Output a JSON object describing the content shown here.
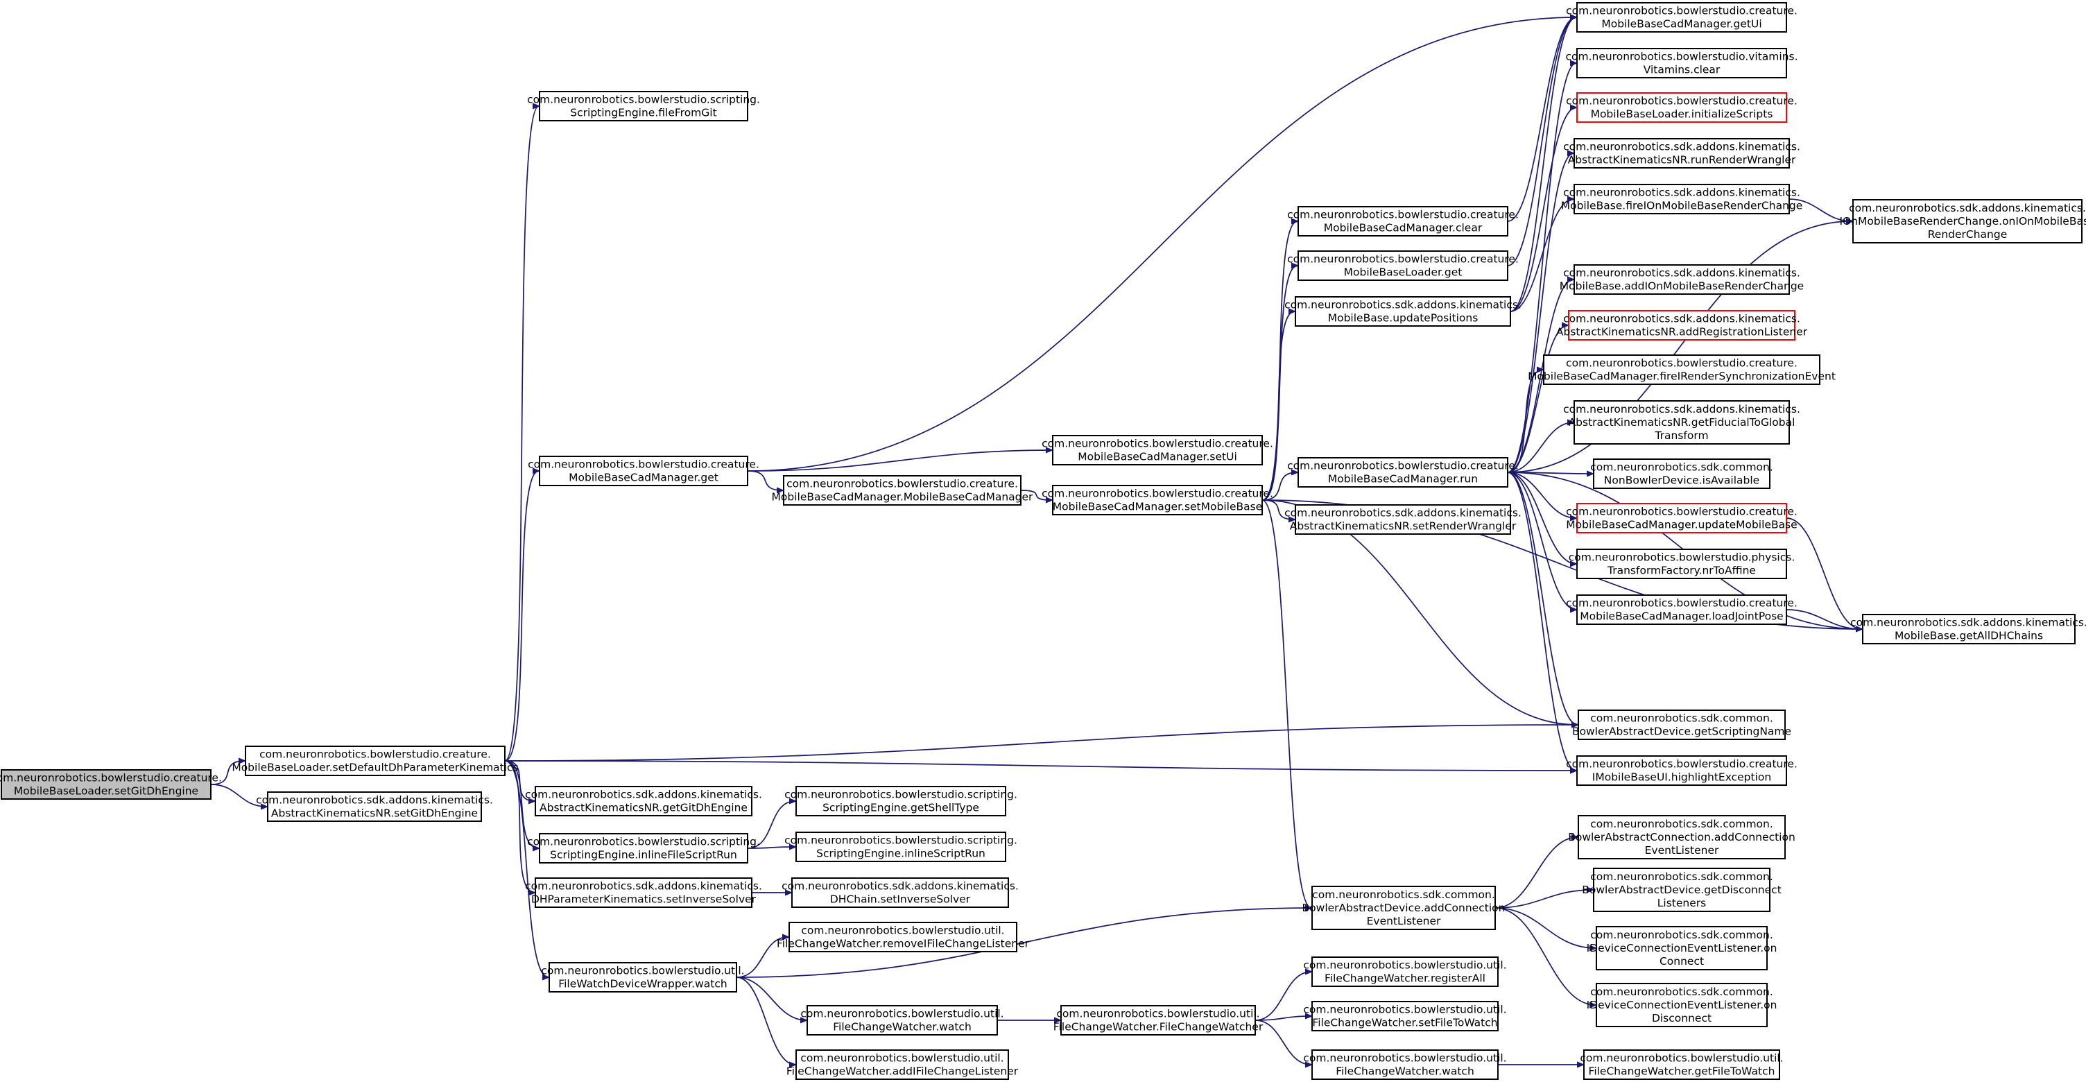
{
  "graph": {
    "colors": {
      "edge": "#191970",
      "node_border": "#000000",
      "node_border_undocumented": "#ff0000",
      "root_fill": "#bfbfbf"
    },
    "nodes": [
      {
        "id": "root",
        "lines": [
          "com.neuronrobotics.bowlerstudio.creature.",
          "MobileBaseLoader.setGitDhEngine"
        ],
        "style": "root"
      },
      {
        "id": "setDefault",
        "lines": [
          "com.neuronrobotics.bowlerstudio.creature.",
          "MobileBaseLoader.setDefaultDhParameterKinematics"
        ]
      },
      {
        "id": "nrSetGit",
        "lines": [
          "com.neuronrobotics.sdk.addons.kinematics.",
          "AbstractKinematicsNR.setGitDhEngine"
        ]
      },
      {
        "id": "fileFromGit",
        "lines": [
          "com.neuronrobotics.bowlerstudio.scripting.",
          "ScriptingEngine.fileFromGit"
        ]
      },
      {
        "id": "cadGet",
        "lines": [
          "com.neuronrobotics.bowlerstudio.creature.",
          "MobileBaseCadManager.get"
        ]
      },
      {
        "id": "getGitDh",
        "lines": [
          "com.neuronrobotics.sdk.addons.kinematics.",
          "AbstractKinematicsNR.getGitDhEngine"
        ]
      },
      {
        "id": "inlineFile",
        "lines": [
          "com.neuronrobotics.bowlerstudio.scripting.",
          "ScriptingEngine.inlineFileScriptRun"
        ]
      },
      {
        "id": "setInvSolver",
        "lines": [
          "com.neuronrobotics.sdk.addons.kinematics.",
          "DHParameterKinematics.setInverseSolver"
        ]
      },
      {
        "id": "fwdWatch",
        "lines": [
          "com.neuronrobotics.bowlerstudio.util.",
          "FileWatchDeviceWrapper.watch"
        ]
      },
      {
        "id": "cadCtor",
        "lines": [
          "com.neuronrobotics.bowlerstudio.creature.",
          "MobileBaseCadManager.MobileBaseCadManager"
        ]
      },
      {
        "id": "getShell",
        "lines": [
          "com.neuronrobotics.bowlerstudio.scripting.",
          "ScriptingEngine.getShellType"
        ]
      },
      {
        "id": "inlineScript",
        "lines": [
          "com.neuronrobotics.bowlerstudio.scripting.",
          "ScriptingEngine.inlineScriptRun"
        ]
      },
      {
        "id": "chainInv",
        "lines": [
          "com.neuronrobotics.sdk.addons.kinematics.",
          "DHChain.setInverseSolver"
        ]
      },
      {
        "id": "removeFCL",
        "lines": [
          "com.neuronrobotics.bowlerstudio.util.",
          "FileChangeWatcher.removeIFileChangeListener"
        ]
      },
      {
        "id": "fcwWatch",
        "lines": [
          "com.neuronrobotics.bowlerstudio.util.",
          "FileChangeWatcher.watch"
        ]
      },
      {
        "id": "addFCL",
        "lines": [
          "com.neuronrobotics.bowlerstudio.util.",
          "FileChangeWatcher.addIFileChangeListener"
        ]
      },
      {
        "id": "setUi",
        "lines": [
          "com.neuronrobotics.bowlerstudio.creature.",
          "MobileBaseCadManager.setUi"
        ]
      },
      {
        "id": "setMobileBase",
        "lines": [
          "com.neuronrobotics.bowlerstudio.creature.",
          "MobileBaseCadManager.setMobileBase"
        ]
      },
      {
        "id": "fcwCtor",
        "lines": [
          "com.neuronrobotics.bowlerstudio.util.",
          "FileChangeWatcher.FileChangeWatcher"
        ]
      },
      {
        "id": "cadClear",
        "lines": [
          "com.neuronrobotics.bowlerstudio.creature.",
          "MobileBaseCadManager.clear"
        ]
      },
      {
        "id": "loaderGet",
        "lines": [
          "com.neuronrobotics.bowlerstudio.creature.",
          "MobileBaseLoader.get"
        ]
      },
      {
        "id": "updatePositions",
        "lines": [
          "com.neuronrobotics.sdk.addons.kinematics.",
          "MobileBase.updatePositions"
        ]
      },
      {
        "id": "cadRun",
        "lines": [
          "com.neuronrobotics.bowlerstudio.creature.",
          "MobileBaseCadManager.run"
        ]
      },
      {
        "id": "setRW",
        "lines": [
          "com.neuronrobotics.sdk.addons.kinematics.",
          "AbstractKinematicsNR.setRenderWrangler"
        ]
      },
      {
        "id": "addConnListener",
        "lines": [
          "com.neuronrobotics.sdk.common.",
          "BowlerAbstractDevice.addConnection",
          "EventListener"
        ]
      },
      {
        "id": "registerAll",
        "lines": [
          "com.neuronrobotics.bowlerstudio.util.",
          "FileChangeWatcher.registerAll"
        ]
      },
      {
        "id": "setFileToWatch",
        "lines": [
          "com.neuronrobotics.bowlerstudio.util.",
          "FileChangeWatcher.setFileToWatch"
        ]
      },
      {
        "id": "fcwWatch2",
        "lines": [
          "com.neuronrobotics.bowlerstudio.util.",
          "FileChangeWatcher.watch"
        ]
      },
      {
        "id": "getUi",
        "lines": [
          "com.neuronrobotics.bowlerstudio.creature.",
          "MobileBaseCadManager.getUi"
        ]
      },
      {
        "id": "vitClear",
        "lines": [
          "com.neuronrobotics.bowlerstudio.vitamins.",
          "Vitamins.clear"
        ]
      },
      {
        "id": "initScripts",
        "lines": [
          "com.neuronrobotics.bowlerstudio.creature.",
          "MobileBaseLoader.initializeScripts"
        ],
        "style": "red"
      },
      {
        "id": "runRW",
        "lines": [
          "com.neuronrobotics.sdk.addons.kinematics.",
          "AbstractKinematicsNR.runRenderWrangler"
        ]
      },
      {
        "id": "fireIOn",
        "lines": [
          "com.neuronrobotics.sdk.addons.kinematics.",
          "MobileBase.fireIOnMobileBaseRenderChange"
        ]
      },
      {
        "id": "addIOn",
        "lines": [
          "com.neuronrobotics.sdk.addons.kinematics.",
          "MobileBase.addIOnMobileBaseRenderChange"
        ]
      },
      {
        "id": "addReg",
        "lines": [
          "com.neuronrobotics.sdk.addons.kinematics.",
          "AbstractKinematicsNR.addRegistrationListener"
        ],
        "style": "red"
      },
      {
        "id": "fireSync",
        "lines": [
          "com.neuronrobotics.bowlerstudio.creature.",
          "MobileBaseCadManager.fireIRenderSynchronizationEvent"
        ]
      },
      {
        "id": "fidToGlobal",
        "lines": [
          "com.neuronrobotics.sdk.addons.kinematics.",
          "AbstractKinematicsNR.getFiducialToGlobal",
          "Transform"
        ]
      },
      {
        "id": "isAvail",
        "lines": [
          "com.neuronrobotics.sdk.common.",
          "NonBowlerDevice.isAvailable"
        ]
      },
      {
        "id": "updateMB",
        "lines": [
          "com.neuronrobotics.bowlerstudio.creature.",
          "MobileBaseCadManager.updateMobileBase"
        ],
        "style": "red"
      },
      {
        "id": "nrToAffine",
        "lines": [
          "com.neuronrobotics.bowlerstudio.physics.",
          "TransformFactory.nrToAffine"
        ]
      },
      {
        "id": "loadJoint",
        "lines": [
          "com.neuronrobotics.bowlerstudio.creature.",
          "MobileBaseCadManager.loadJointPose"
        ]
      },
      {
        "id": "getScripting",
        "lines": [
          "com.neuronrobotics.sdk.common.",
          "BowlerAbstractDevice.getScriptingName"
        ]
      },
      {
        "id": "highlightEx",
        "lines": [
          "com.neuronrobotics.bowlerstudio.creature.",
          "IMobileBaseUI.highlightException"
        ]
      },
      {
        "id": "bacAddConn",
        "lines": [
          "com.neuronrobotics.sdk.common.",
          "BowlerAbstractConnection.addConnection",
          "EventListener"
        ]
      },
      {
        "id": "getDisc",
        "lines": [
          "com.neuronrobotics.sdk.common.",
          "BowlerAbstractDevice.getDisconnect",
          "Listeners"
        ]
      },
      {
        "id": "onConnect",
        "lines": [
          "com.neuronrobotics.sdk.common.",
          "IDeviceConnectionEventListener.on",
          "Connect"
        ]
      },
      {
        "id": "onDisconnect",
        "lines": [
          "com.neuronrobotics.sdk.common.",
          "IDeviceConnectionEventListener.on",
          "Disconnect"
        ]
      },
      {
        "id": "getFileToWatch",
        "lines": [
          "com.neuronrobotics.bowlerstudio.util.",
          "FileChangeWatcher.getFileToWatch"
        ]
      },
      {
        "id": "onIOn",
        "lines": [
          "com.neuronrobotics.sdk.addons.kinematics.",
          "IOnMobileBaseRenderChange.onIOnMobileBase",
          "RenderChange"
        ]
      },
      {
        "id": "getAllDH",
        "lines": [
          "com.neuronrobotics.sdk.addons.kinematics.",
          "MobileBase.getAllDHChains"
        ]
      }
    ],
    "edges": [
      [
        "root",
        "setDefault"
      ],
      [
        "root",
        "nrSetGit"
      ],
      [
        "setDefault",
        "fileFromGit"
      ],
      [
        "setDefault",
        "cadGet"
      ],
      [
        "setDefault",
        "getGitDh"
      ],
      [
        "setDefault",
        "inlineFile"
      ],
      [
        "setDefault",
        "setInvSolver"
      ],
      [
        "setDefault",
        "fwdWatch"
      ],
      [
        "setDefault",
        "getScripting"
      ],
      [
        "setDefault",
        "highlightEx"
      ],
      [
        "cadGet",
        "getUi"
      ],
      [
        "cadGet",
        "setUi"
      ],
      [
        "cadGet",
        "cadCtor"
      ],
      [
        "cadCtor",
        "setMobileBase"
      ],
      [
        "inlineFile",
        "getShell"
      ],
      [
        "inlineFile",
        "inlineScript"
      ],
      [
        "setInvSolver",
        "chainInv"
      ],
      [
        "fwdWatch",
        "removeFCL"
      ],
      [
        "fwdWatch",
        "fcwWatch"
      ],
      [
        "fwdWatch",
        "addFCL"
      ],
      [
        "fwdWatch",
        "addConnListener"
      ],
      [
        "fcwWatch",
        "fcwCtor"
      ],
      [
        "fcwCtor",
        "registerAll"
      ],
      [
        "fcwCtor",
        "setFileToWatch"
      ],
      [
        "fcwCtor",
        "fcwWatch2"
      ],
      [
        "fcwWatch2",
        "getFileToWatch"
      ],
      [
        "setMobileBase",
        "cadClear"
      ],
      [
        "setMobileBase",
        "loaderGet"
      ],
      [
        "setMobileBase",
        "updatePositions"
      ],
      [
        "setMobileBase",
        "cadRun"
      ],
      [
        "setMobileBase",
        "setRW"
      ],
      [
        "setMobileBase",
        "addConnListener"
      ],
      [
        "setMobileBase",
        "getScripting"
      ],
      [
        "setMobileBase",
        "getAllDH"
      ],
      [
        "cadClear",
        "getUi"
      ],
      [
        "loaderGet",
        "getUi"
      ],
      [
        "updatePositions",
        "getUi"
      ],
      [
        "updatePositions",
        "initScripts"
      ],
      [
        "updatePositions",
        "fireIOn"
      ],
      [
        "addConnListener",
        "bacAddConn"
      ],
      [
        "addConnListener",
        "getDisc"
      ],
      [
        "addConnListener",
        "onConnect"
      ],
      [
        "addConnListener",
        "onDisconnect"
      ],
      [
        "cadRun",
        "vitClear"
      ],
      [
        "cadRun",
        "runRW"
      ],
      [
        "cadRun",
        "onIOn"
      ],
      [
        "cadRun",
        "addIOn"
      ],
      [
        "cadRun",
        "addReg"
      ],
      [
        "cadRun",
        "fireSync"
      ],
      [
        "cadRun",
        "fidToGlobal"
      ],
      [
        "cadRun",
        "isAvail"
      ],
      [
        "cadRun",
        "updateMB"
      ],
      [
        "cadRun",
        "nrToAffine"
      ],
      [
        "cadRun",
        "loadJoint"
      ],
      [
        "cadRun",
        "getAllDH"
      ],
      [
        "cadRun",
        "getScripting"
      ],
      [
        "cadRun",
        "highlightEx"
      ],
      [
        "fireIOn",
        "onIOn"
      ],
      [
        "updateMB",
        "getAllDH"
      ],
      [
        "loadJoint",
        "getAllDH"
      ]
    ]
  }
}
